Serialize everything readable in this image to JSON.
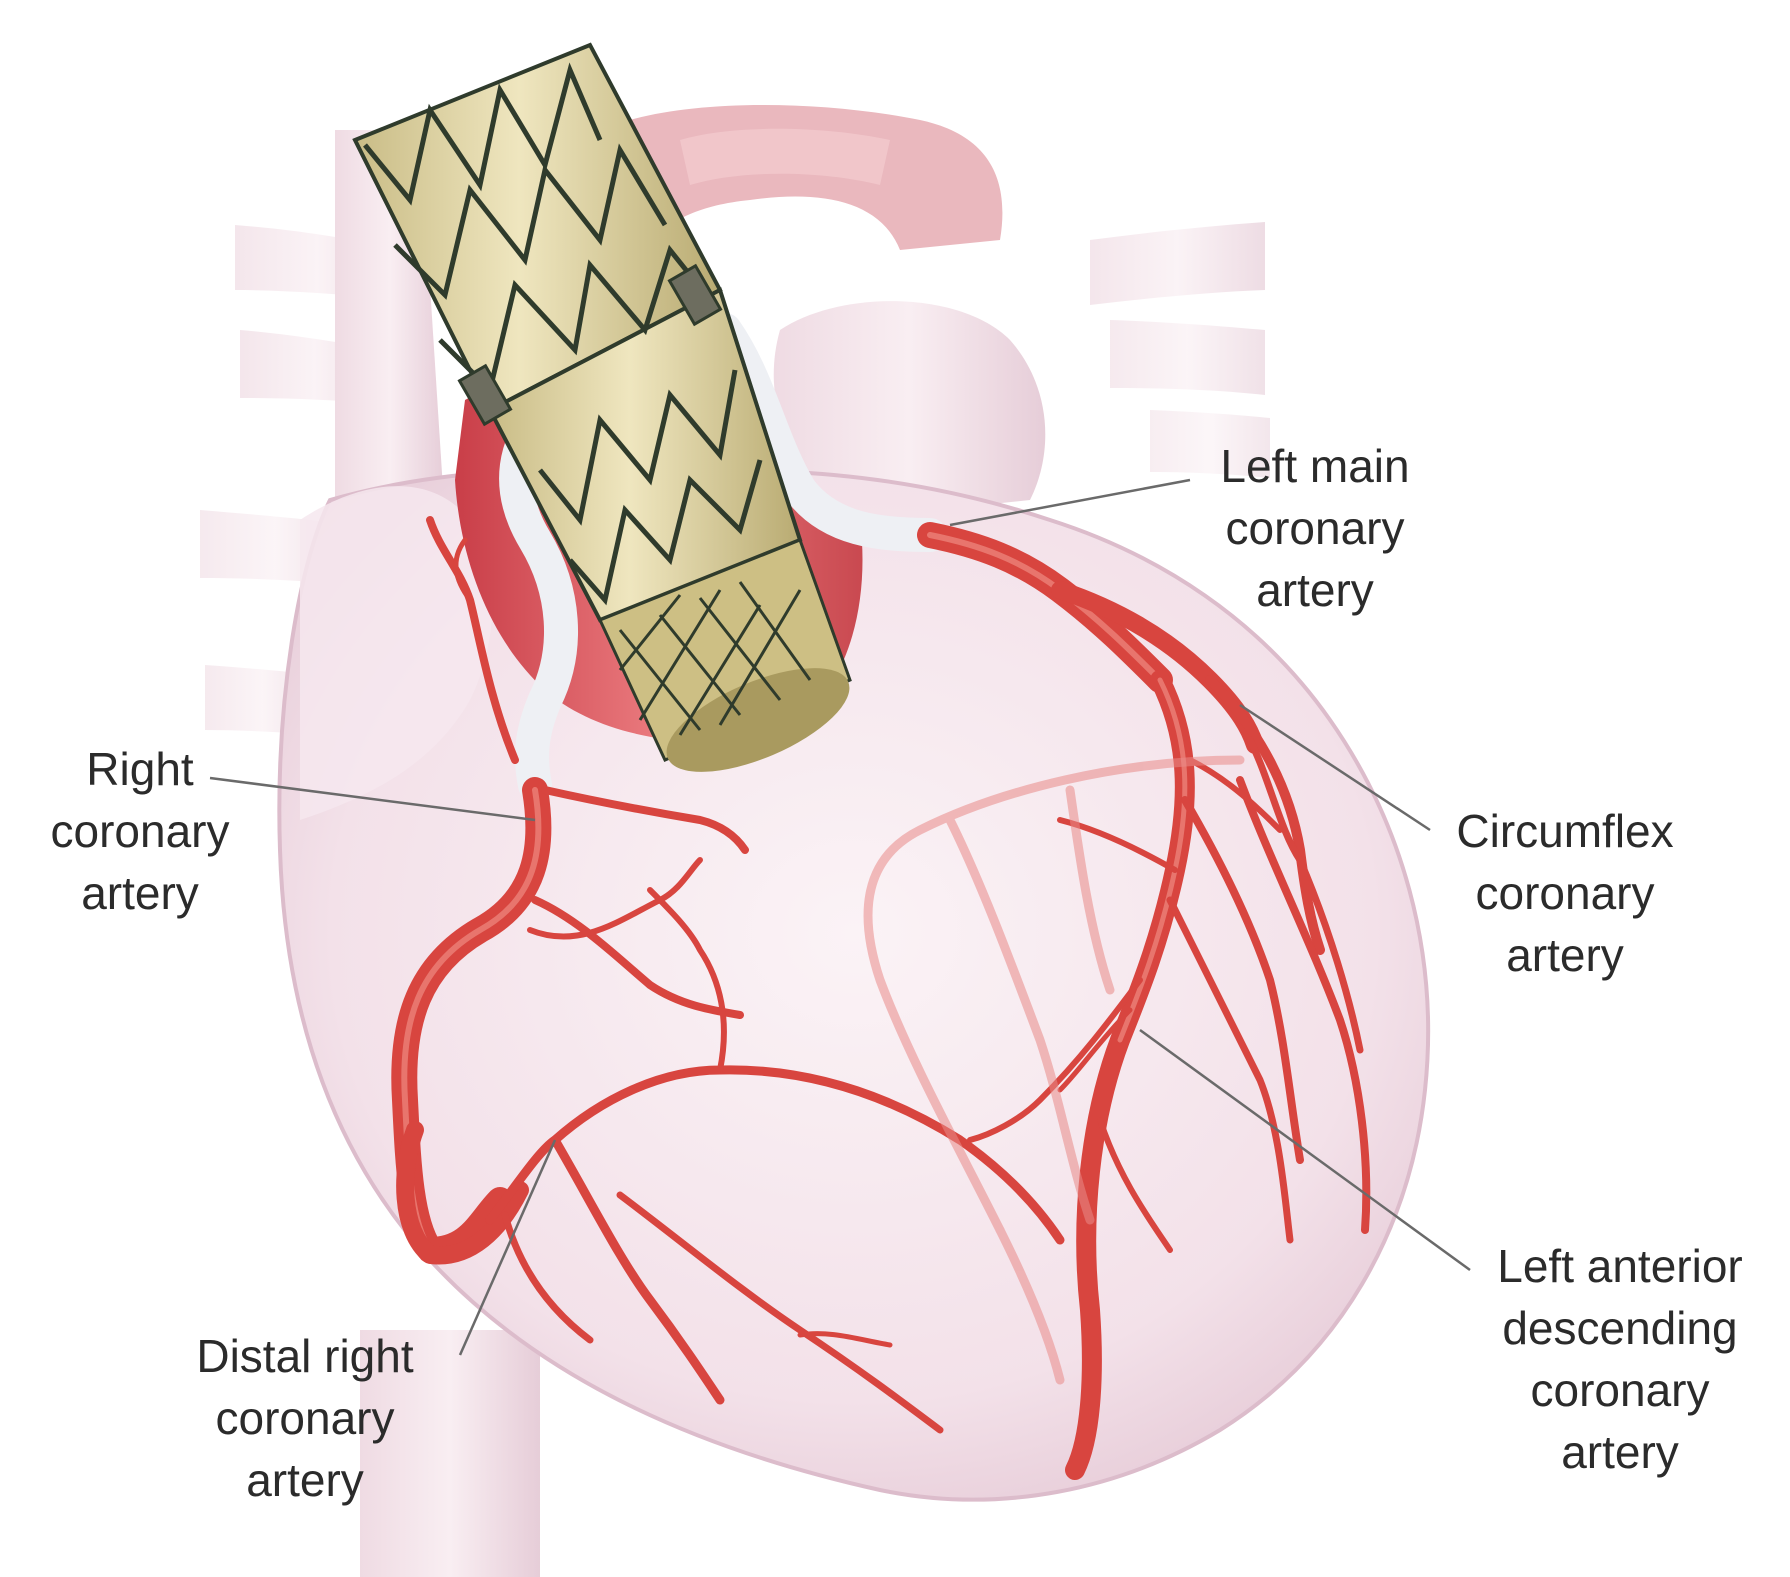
{
  "figure": {
    "colors": {
      "background": "#ffffff",
      "heart_tissue": "#f3e3ea",
      "heart_shadow": "#e2c7d3",
      "aorta_inner": "#d9525a",
      "artery": "#d8453f",
      "artery_highlight": "#f08a82",
      "graft_sleeve": "#eef0f4",
      "stent_fabric": "#d9cfa1",
      "stent_wire": "#2f3b2c",
      "leader_line": "#6a6a6a",
      "label_text": "#2b2b2b"
    },
    "labels": {
      "left_main": [
        "Left main",
        "coronary",
        "artery"
      ],
      "right_coronary": [
        "Right",
        "coronary",
        "artery"
      ],
      "circumflex": [
        "Circumflex",
        "coronary",
        "artery"
      ],
      "lad": [
        "Left anterior",
        "descending",
        "coronary",
        "artery"
      ],
      "distal_right": [
        "Distal right",
        "coronary",
        "artery"
      ]
    }
  }
}
